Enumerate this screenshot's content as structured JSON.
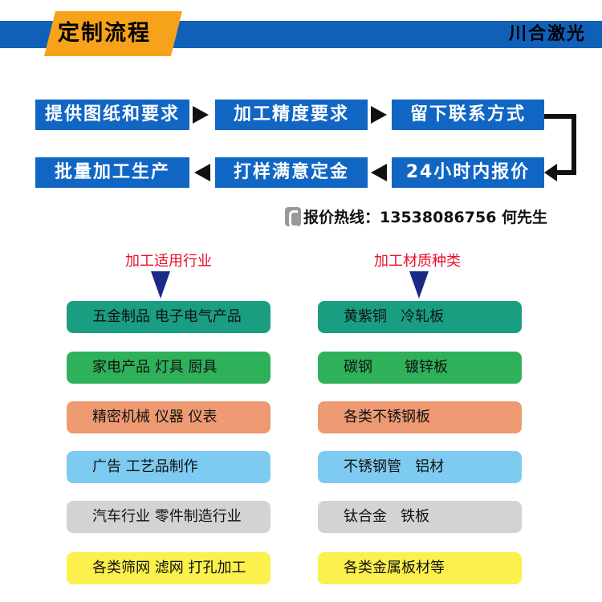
{
  "header": {
    "title": "定制流程",
    "brand": "川合激光"
  },
  "process": {
    "steps": [
      "提供图纸和要求",
      "加工精度要求",
      "留下联系方式",
      "24小时内报价",
      "打样满意定金",
      "批量加工生产"
    ]
  },
  "contact": {
    "text": "报价热线：13538086756  何先生",
    "icon": "phone-icon"
  },
  "industries": {
    "title": "加工适用行业",
    "items": [
      "五金制品 电子电气产品",
      "家电产品 灯具 厨具",
      "精密机械 仪器 仪表",
      "广告 工艺品制作",
      "汽车行业 零件制造行业",
      "各类筛网 滤网 打孔加工"
    ]
  },
  "materials": {
    "title": "加工材质种类",
    "items": [
      "黄紫铜   冷轧板",
      "碳钢       镀锌板",
      "各类不锈钢板",
      "不锈钢管   铝材",
      "钛合金   铁板",
      "各类金属板材等"
    ]
  },
  "colors": {
    "banner": "#1160b8",
    "tag": "#f7a21b",
    "step": "#1166c4",
    "rows": [
      "#1a9e82",
      "#2fb15a",
      "#ee9a72",
      "#7ecbf1",
      "#d3d3d3",
      "#fbf04c"
    ],
    "category_title": "#e8102a"
  }
}
